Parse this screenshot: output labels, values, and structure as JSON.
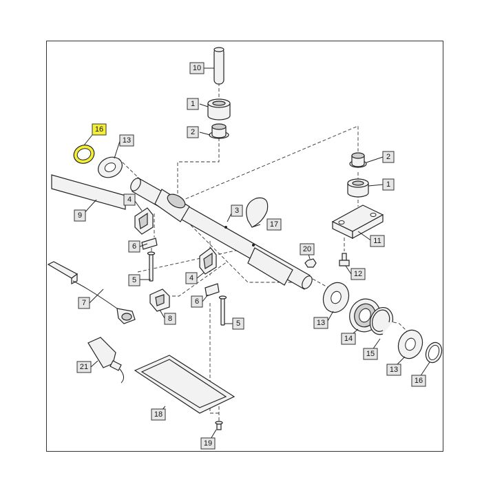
{
  "highlight": {
    "color": "#f3ee3a",
    "selected_callout": "16"
  },
  "callouts": {
    "c10": "10",
    "c1a": "1",
    "c2a": "2",
    "c16a": "16",
    "c13a": "13",
    "c2b": "2",
    "c1b": "1",
    "c4a": "4",
    "c9": "9",
    "c3": "3",
    "c17": "17",
    "c11": "11",
    "c6a": "6",
    "c20": "20",
    "c5a": "5",
    "c4b": "4",
    "c12": "12",
    "c7": "7",
    "c6b": "6",
    "c8": "8",
    "c13b": "13",
    "c5b": "5",
    "c14": "14",
    "c15": "15",
    "c13c": "13",
    "c16b": "16",
    "c21": "21",
    "c18": "18",
    "c19": "19"
  }
}
